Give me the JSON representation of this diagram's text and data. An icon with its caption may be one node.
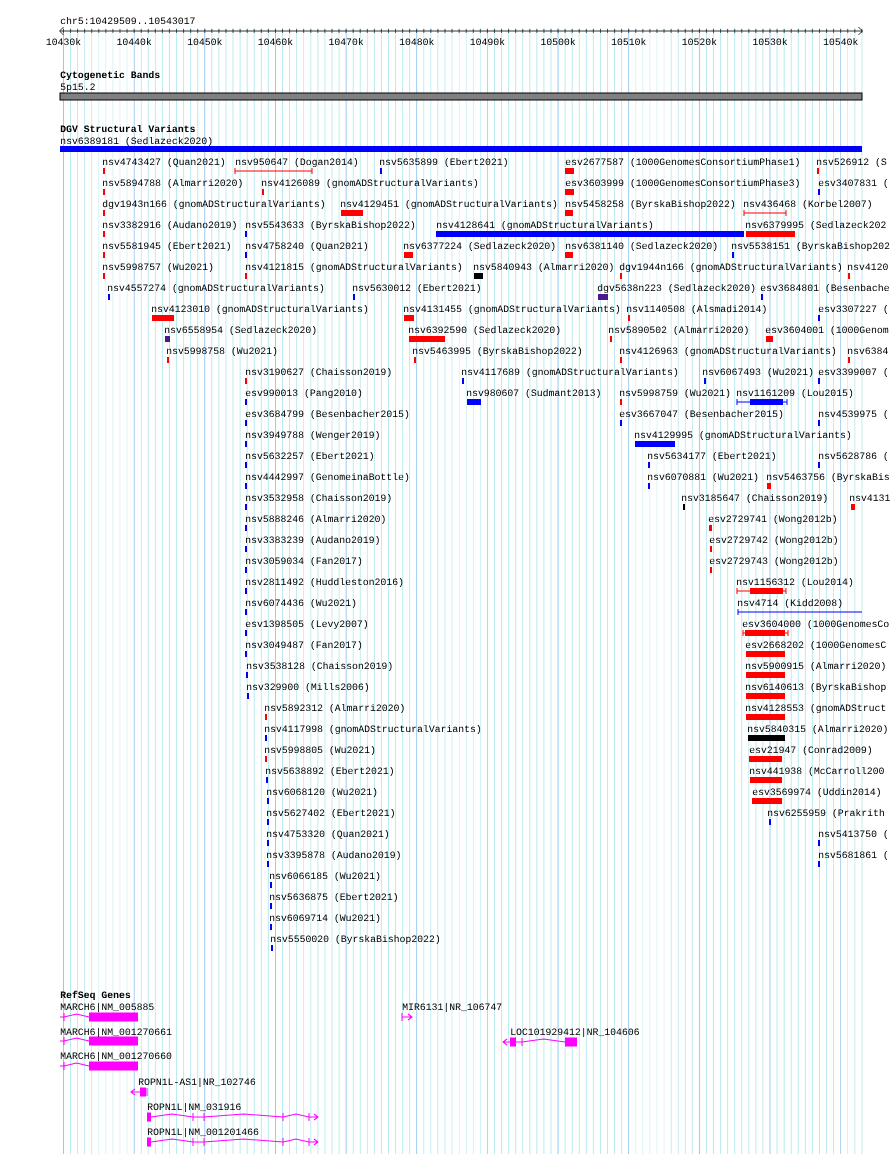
{
  "diagram": {
    "labels": [
      "chr5:10429509..10543017",
      "10430k",
      "10440k",
      "10450k",
      "10460k",
      "10470k",
      "10480k",
      "10490k",
      "10500k",
      "10510k",
      "10520k",
      "10530k",
      "10540k",
      "Cytogenetic Bands",
      "5p15.2",
      "DGV Structural Variants",
      "nsv6389181 (Sedlazeck2020)",
      "nsv4743427 (Quan2021)",
      "nsv950647 (Dogan2014)",
      "nsv5635899 (Ebert2021)",
      "esv2677587 (1000GenomesConsortiumPhase1)",
      "nsv526912 (S",
      "nsv5894788 (Almarri2020)",
      "nsv4126089 (gnomADStructuralVariants)",
      "esv3603999 (1000GenomesConsortiumPhase3)",
      "esv3407831 (",
      "dgv1943n166 (gnomADStructuralVariants)",
      "nsv4129451 (gnomADStructuralVariants)",
      "nsv5458258 (ByrskaBishop2022)",
      "nsv436468 (Korbel2007)",
      "nsv3382916 (Audano2019)",
      "nsv5543633 (ByrskaBishop2022)",
      "nsv4128641 (gnomADStructuralVariants)",
      "nsv6379995 (Sedlazeck202",
      "nsv5581945 (Ebert2021)",
      "nsv4758240 (Quan2021)",
      "nsv6377224 (Sedlazeck2020)",
      "nsv6381140 (Sedlazeck2020)",
      "nsv5538151 (ByrskaBishop202",
      "nsv5998757 (Wu2021)",
      "nsv4121815 (gnomADStructuralVariants)",
      "nsv5840943 (Almarri2020)",
      "dgv1944n166 (gnomADStructuralVariants)",
      "nsv4120",
      "nsv4557274 (gnomADStructuralVariants)",
      "nsv5630012 (Ebert2021)",
      "dgv5638n223 (Sedlazeck2020)",
      "esv3684801 (Besenbache",
      "nsv4123010 (gnomADStructuralVariants)",
      "nsv4131455 (gnomADStructuralVariants)",
      "nsv1140508 (Alsmadi2014)",
      "esv3307227 (",
      "nsv6558954 (Sedlazeck2020)",
      "nsv6392590 (Sedlazeck2020)",
      "nsv5890502 (Almarri2020)",
      "esv3604001 (1000Genom",
      "nsv5998758 (Wu2021)",
      "nsv5463995 (ByrskaBishop2022)",
      "nsv4126963 (gnomADStructuralVariants)",
      "nsv6384",
      "nsv3190627 (Chaisson2019)",
      "nsv4117689 (gnomADStructuralVariants)",
      "nsv6067493 (Wu2021)",
      "esv3399007 (",
      "esv990013 (Pang2010)",
      "nsv980607 (Sudmant2013)",
      "nsv5998759 (Wu2021)",
      "nsv1161209 (Lou2015)",
      "esv3684799 (Besenbacher2015)",
      "esv3667047 (Besenbacher2015)",
      "nsv4539975 (",
      "nsv3949788 (Wenger2019)",
      "nsv4129995 (gnomADStructuralVariants)",
      "nsv5632257 (Ebert2021)",
      "nsv5634177 (Ebert2021)",
      "nsv5628786 (",
      "nsv4442997 (GenomeinaBottle)",
      "nsv6070881 (Wu2021)",
      "nsv5463756 (ByrskaBis",
      "nsv3532958 (Chaisson2019)",
      "nsv3185647 (Chaisson2019)",
      "nsv4131",
      "nsv5888246 (Almarri2020)",
      "esv2729741 (Wong2012b)",
      "nsv3383239 (Audano2019)",
      "esv2729742 (Wong2012b)",
      "nsv3059034 (Fan2017)",
      "esv2729743 (Wong2012b)",
      "nsv2811492 (Huddleston2016)",
      "nsv1156312 (Lou2014)",
      "nsv6074436 (Wu2021)",
      "nsv4714 (Kidd2008)",
      "esv1398505 (Levy2007)",
      "esv3604000 (1000GenomesCo",
      "nsv3049487 (Fan2017)",
      "esv2668202 (1000GenomesC",
      "nsv3538128 (Chaisson2019)",
      "nsv5900915 (Almarri2020)",
      "nsv329900 (Mills2006)",
      "nsv6140613 (ByrskaBishop",
      "nsv5892312 (Almarri2020)",
      "nsv4128553 (gnomADStruct",
      "nsv4117998 (gnomADStructuralVariants)",
      "nsv5840315 (Almarri2020)",
      "nsv5998805 (Wu2021)",
      "esv21947 (Conrad2009)",
      "nsv5638892 (Ebert2021)",
      "nsv441938 (McCarroll200",
      "nsv6068120 (Wu2021)",
      "esv3569974 (Uddin2014)",
      "nsv5627402 (Ebert2021)",
      "nsv6255959 (Prakrith",
      "nsv4753320 (Quan2021)",
      "nsv5413750 (",
      "nsv3395878 (Audano2019)",
      "nsv5681861 (",
      "nsv6066185 (Wu2021)",
      "nsv5636875 (Ebert2021)",
      "nsv6069714 (Wu2021)",
      "nsv5550020 (ByrskaBishop2022)",
      "RefSeq Genes",
      "MARCH6|NM_005885",
      "MIR6131|NR_106747",
      "MARCH6|NM_001270661",
      "LOC101929412|NR_104606",
      "MARCH6|NM_001270660",
      "ROPN1L-AS1|NR_102746",
      "ROPN1L|NM_031916",
      "ROPN1L|NM_001201466"
    ]
  }
}
